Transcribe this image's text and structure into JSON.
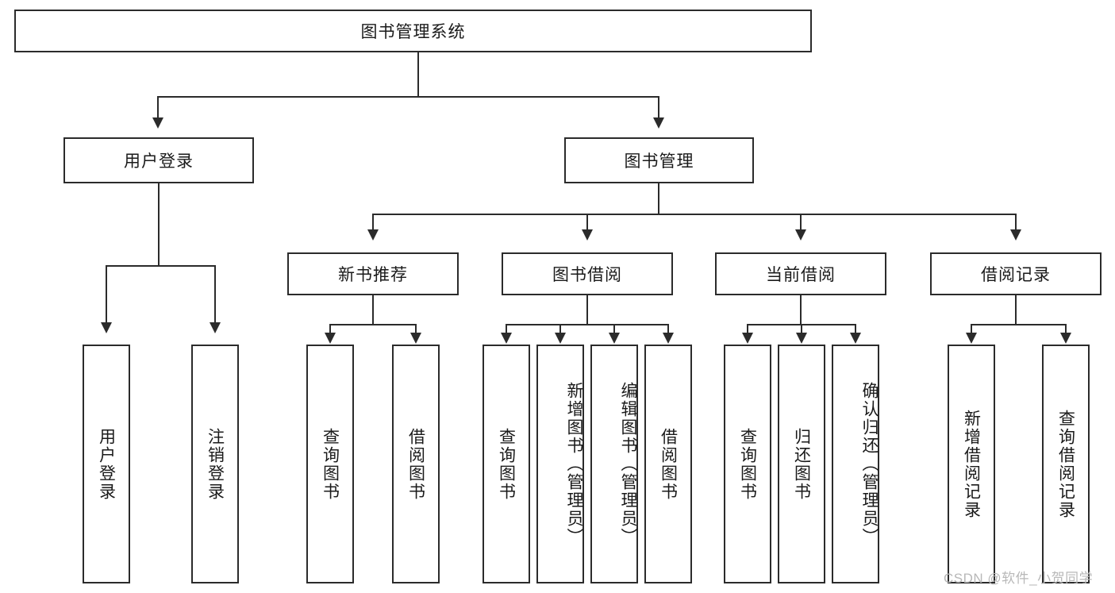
{
  "diagram": {
    "type": "tree-hierarchy-chart",
    "title_text": "图书管理系统",
    "watermark": "CSDN @软件_小贺同学",
    "colors": {
      "stroke": "#2b2b2b",
      "fill": "#ffffff",
      "text": "#1a1a1a",
      "watermark": "#b8b8b8"
    },
    "root": {
      "label": "图书管理系统"
    },
    "level2": [
      {
        "label": "用户登录"
      },
      {
        "label": "图书管理"
      }
    ],
    "level3": [
      {
        "label": "新书推荐"
      },
      {
        "label": "图书借阅"
      },
      {
        "label": "当前借阅"
      },
      {
        "label": "借阅记录"
      }
    ],
    "leaves": {
      "user_login": [
        {
          "label": "用户登录"
        },
        {
          "label": "注销登录"
        }
      ],
      "new_book_recommend": [
        {
          "label": "查询图书"
        },
        {
          "label": "借阅图书"
        }
      ],
      "book_borrow": [
        {
          "label": "查询图书"
        },
        {
          "label": "新增图书（管理员）"
        },
        {
          "label": "编辑图书（管理员）"
        },
        {
          "label": "借阅图书"
        }
      ],
      "current_borrow": [
        {
          "label": "查询图书"
        },
        {
          "label": "归还图书"
        },
        {
          "label": "确认归还（管理员）"
        }
      ],
      "borrow_records": [
        {
          "label": "新增借阅记录"
        },
        {
          "label": "查询借阅记录"
        }
      ]
    }
  },
  "chart_data": {
    "type": "table",
    "title": "图书管理系统",
    "nodes": [
      {
        "level": 1,
        "label": "图书管理系统",
        "parent": null
      },
      {
        "level": 2,
        "label": "用户登录",
        "parent": "图书管理系统"
      },
      {
        "level": 2,
        "label": "图书管理",
        "parent": "图书管理系统"
      },
      {
        "level": 3,
        "label": "用户登录",
        "parent": "用户登录"
      },
      {
        "level": 3,
        "label": "注销登录",
        "parent": "用户登录"
      },
      {
        "level": 3,
        "label": "新书推荐",
        "parent": "图书管理"
      },
      {
        "level": 3,
        "label": "图书借阅",
        "parent": "图书管理"
      },
      {
        "level": 3,
        "label": "当前借阅",
        "parent": "图书管理"
      },
      {
        "level": 3,
        "label": "借阅记录",
        "parent": "图书管理"
      },
      {
        "level": 4,
        "label": "查询图书",
        "parent": "新书推荐"
      },
      {
        "level": 4,
        "label": "借阅图书",
        "parent": "新书推荐"
      },
      {
        "level": 4,
        "label": "查询图书",
        "parent": "图书借阅"
      },
      {
        "level": 4,
        "label": "新增图书（管理员）",
        "parent": "图书借阅"
      },
      {
        "level": 4,
        "label": "编辑图书（管理员）",
        "parent": "图书借阅"
      },
      {
        "level": 4,
        "label": "借阅图书",
        "parent": "图书借阅"
      },
      {
        "level": 4,
        "label": "查询图书",
        "parent": "当前借阅"
      },
      {
        "level": 4,
        "label": "归还图书",
        "parent": "当前借阅"
      },
      {
        "level": 4,
        "label": "确认归还（管理员）",
        "parent": "当前借阅"
      },
      {
        "level": 4,
        "label": "新增借阅记录",
        "parent": "借阅记录"
      },
      {
        "level": 4,
        "label": "查询借阅记录",
        "parent": "借阅记录"
      }
    ]
  }
}
